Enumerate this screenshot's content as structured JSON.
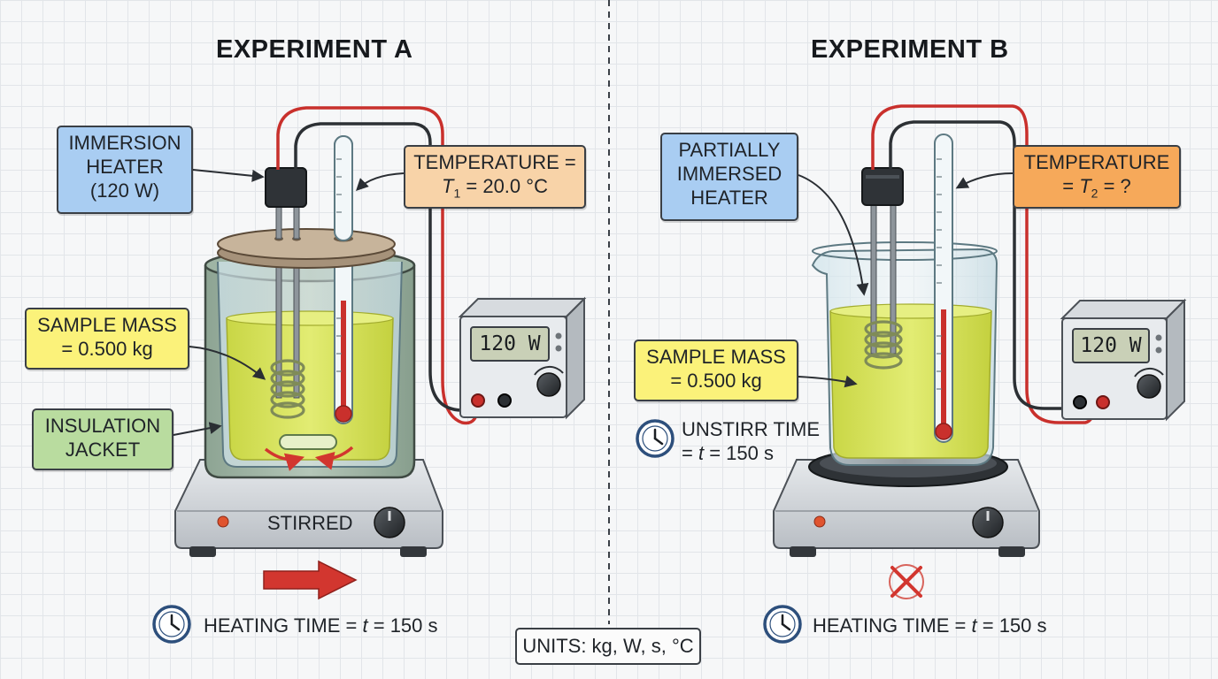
{
  "experiment_a": {
    "title": "EXPERIMENT A",
    "heater_label": [
      "IMMERSION",
      "HEATER",
      "(120 W)"
    ],
    "temperature_label": {
      "line1": "TEMPERATURE =",
      "var": "T",
      "sub": "1",
      "rest": " = 20.0 °C"
    },
    "mass_label": [
      "SAMPLE MASS",
      "= 0.500 kg"
    ],
    "insulation_label": [
      "INSULATION",
      "JACKET"
    ],
    "power_display": "120 W",
    "stir_text": "STIRRED",
    "time_label": {
      "prefix": "HEATING TIME = ",
      "var": "t",
      "rest": " = 150 s"
    }
  },
  "experiment_b": {
    "title": "EXPERIMENT B",
    "heater_label": [
      "PARTIALLY",
      "IMMERSED",
      "HEATER"
    ],
    "temperature_label": {
      "line1": "TEMPERATURE",
      "prefix": "= ",
      "var": "T",
      "sub": "2",
      "rest": " = ?"
    },
    "mass_label": [
      "SAMPLE MASS",
      "= 0.500 kg"
    ],
    "power_display": "120 W",
    "unstir_label": {
      "line1": "UNSTIRR TIME",
      "prefix": "= ",
      "var": "t",
      "rest": " = 150 s"
    },
    "time_label": {
      "prefix": "HEATING TIME = ",
      "var": "t",
      "rest": " = 150 s"
    }
  },
  "units_label": "UNITS: kg, W, s, °C",
  "colors": {
    "liquid": "#d6e35a",
    "heater_label_bg": "#a9cdf2",
    "temp_a_bg": "#f8d3a8",
    "temp_b_bg": "#f6a95a",
    "mass_label_bg": "#fbf27a",
    "insulation_bg": "#b9dc9f",
    "red_wire": "#c9302c",
    "dark_wire": "#2c3034"
  },
  "icons": [
    "clock-icon",
    "arrow-right-icon",
    "cross-icon",
    "stir-arrows-icon"
  ]
}
